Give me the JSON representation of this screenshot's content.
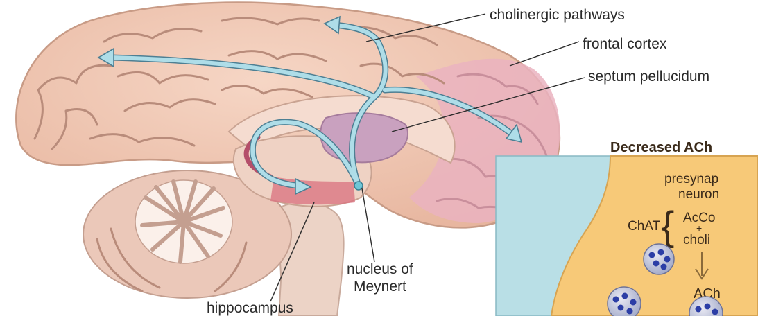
{
  "labels": {
    "cholinergic_pathways": "cholinergic pathways",
    "frontal_cortex": "frontal cortex",
    "septum_pellucidum": "septum pellucidum",
    "nucleus_of_line1": "nucleus of",
    "nucleus_of_line2": "Meynert",
    "hippocampus": "hippocampus"
  },
  "inset": {
    "title": "Decreased ACh",
    "presynaptic_line1": "presynap",
    "presynaptic_line2": "neuron",
    "enzyme": "ChAT",
    "substrate_line1": "AcCo",
    "substrate_plus": "+",
    "substrate_line2": "choli",
    "product": "ACh"
  },
  "colors": {
    "brain": "#efc7b2",
    "frontal_pink": "#eab3bf",
    "pathway": "#aedde8",
    "septum": "#c9a1bf",
    "hippocampus_band": "#d9707f",
    "synapse_bg": "#b9dfe6",
    "neuron": "#f7c978",
    "vesicle_dot": "#2c3ea6"
  }
}
